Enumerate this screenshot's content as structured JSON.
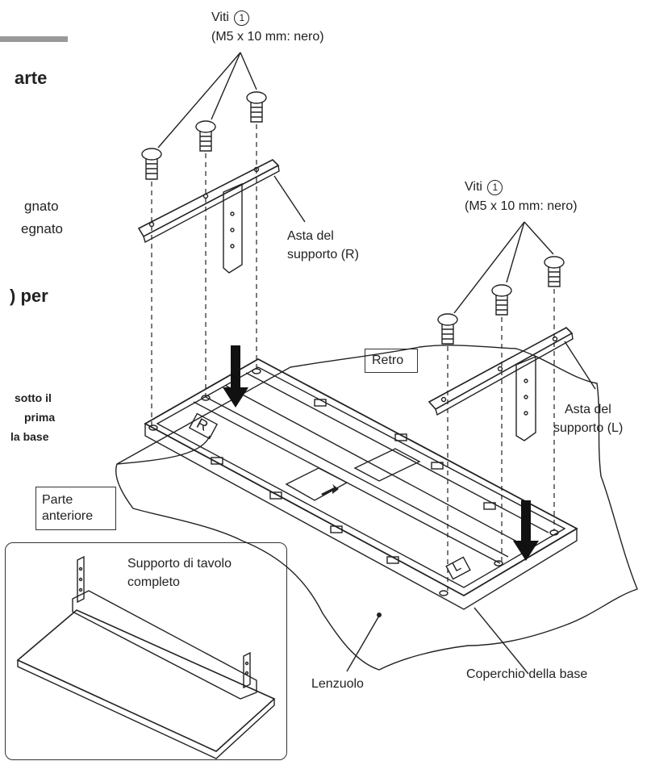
{
  "left_text": {
    "heading_fragment": "arte",
    "line1": "gnato",
    "line2": "egnato",
    "heading2_fragment": ") per",
    "note_line1": "sotto il",
    "note_line2": "prima",
    "note_line3": "la base"
  },
  "labels": {
    "screws_top": "Viti",
    "screws_top_circle": "1",
    "screws_top_spec": "(M5 x 10 mm: nero)",
    "screws_right": "Viti",
    "screws_right_circle": "1",
    "screws_right_spec": "(M5 x 10 mm: nero)",
    "asta_r_line1": "Asta del",
    "asta_r_line2": "supporto (R)",
    "asta_l_line1": "Asta del",
    "asta_l_line2": "supporto (L)",
    "retro": "Retro",
    "parte_line1": "Parte",
    "parte_line2": "anteriore",
    "supporto_line1": "Supporto di tavolo",
    "supporto_line2": "completo",
    "lenzuolo": "Lenzuolo",
    "coperchio": "Coperchio della base",
    "mark_r": "R",
    "mark_l": "L"
  }
}
